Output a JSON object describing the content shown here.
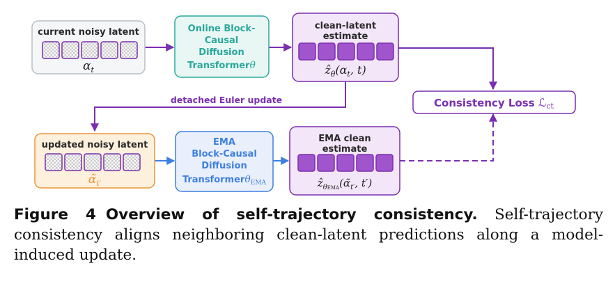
{
  "colors": {
    "gray_border": "#b9bec6",
    "gray_fill": "#f5f6f8",
    "teal": "#2aa89b",
    "teal_fill": "#e9f7f4",
    "purple": "#7a2fb0",
    "purple_fill": "#f3e6f8",
    "token_fill": "#a055cc",
    "orange": "#e8953a",
    "orange_fill": "#fdf0dc",
    "blue": "#3f7fe0",
    "blue_fill": "#e9f0fb"
  },
  "nodes": {
    "noisy": {
      "title": "current noisy latent",
      "label": "α",
      "sub": "t"
    },
    "online": {
      "lines": [
        "Online Block-",
        "Causal",
        "Diffusion"
      ],
      "last": "Transformer",
      "suffix": "θ"
    },
    "clean": {
      "lines": [
        "clean-latent",
        "estimate"
      ],
      "label_main": "ẑ",
      "label_sub": "θ",
      "label_rest": "(α",
      "label_rest_sub": "t",
      "label_end": ", t)"
    },
    "loss": {
      "text": "Consistency Loss ",
      "sym": "ℒ",
      "sub": "ct"
    },
    "updated": {
      "title": "updated noisy latent",
      "label": "α̃",
      "sub": "t′"
    },
    "ema": {
      "lines": [
        "EMA",
        "Block-Causal",
        "Diffusion"
      ],
      "last": "Transformer",
      "suffix": "θ",
      "suffix_sub": "EMA"
    },
    "ema_clean": {
      "lines": [
        "EMA clean",
        "estimate"
      ],
      "label_main": "ẑ",
      "label_sub": "θ",
      "label_subsub": "EMA",
      "label_rest": "(α̃",
      "label_rest_sub": "t′",
      "label_end": ", t′)"
    }
  },
  "edges": {
    "euler": "detached Euler update"
  },
  "caption": {
    "label": "Figure 4",
    "title": "Overview of self-trajectory consistency.",
    "body": " Self-trajectory consistency aligns neighboring clean-latent predictions along a model-induced update."
  }
}
